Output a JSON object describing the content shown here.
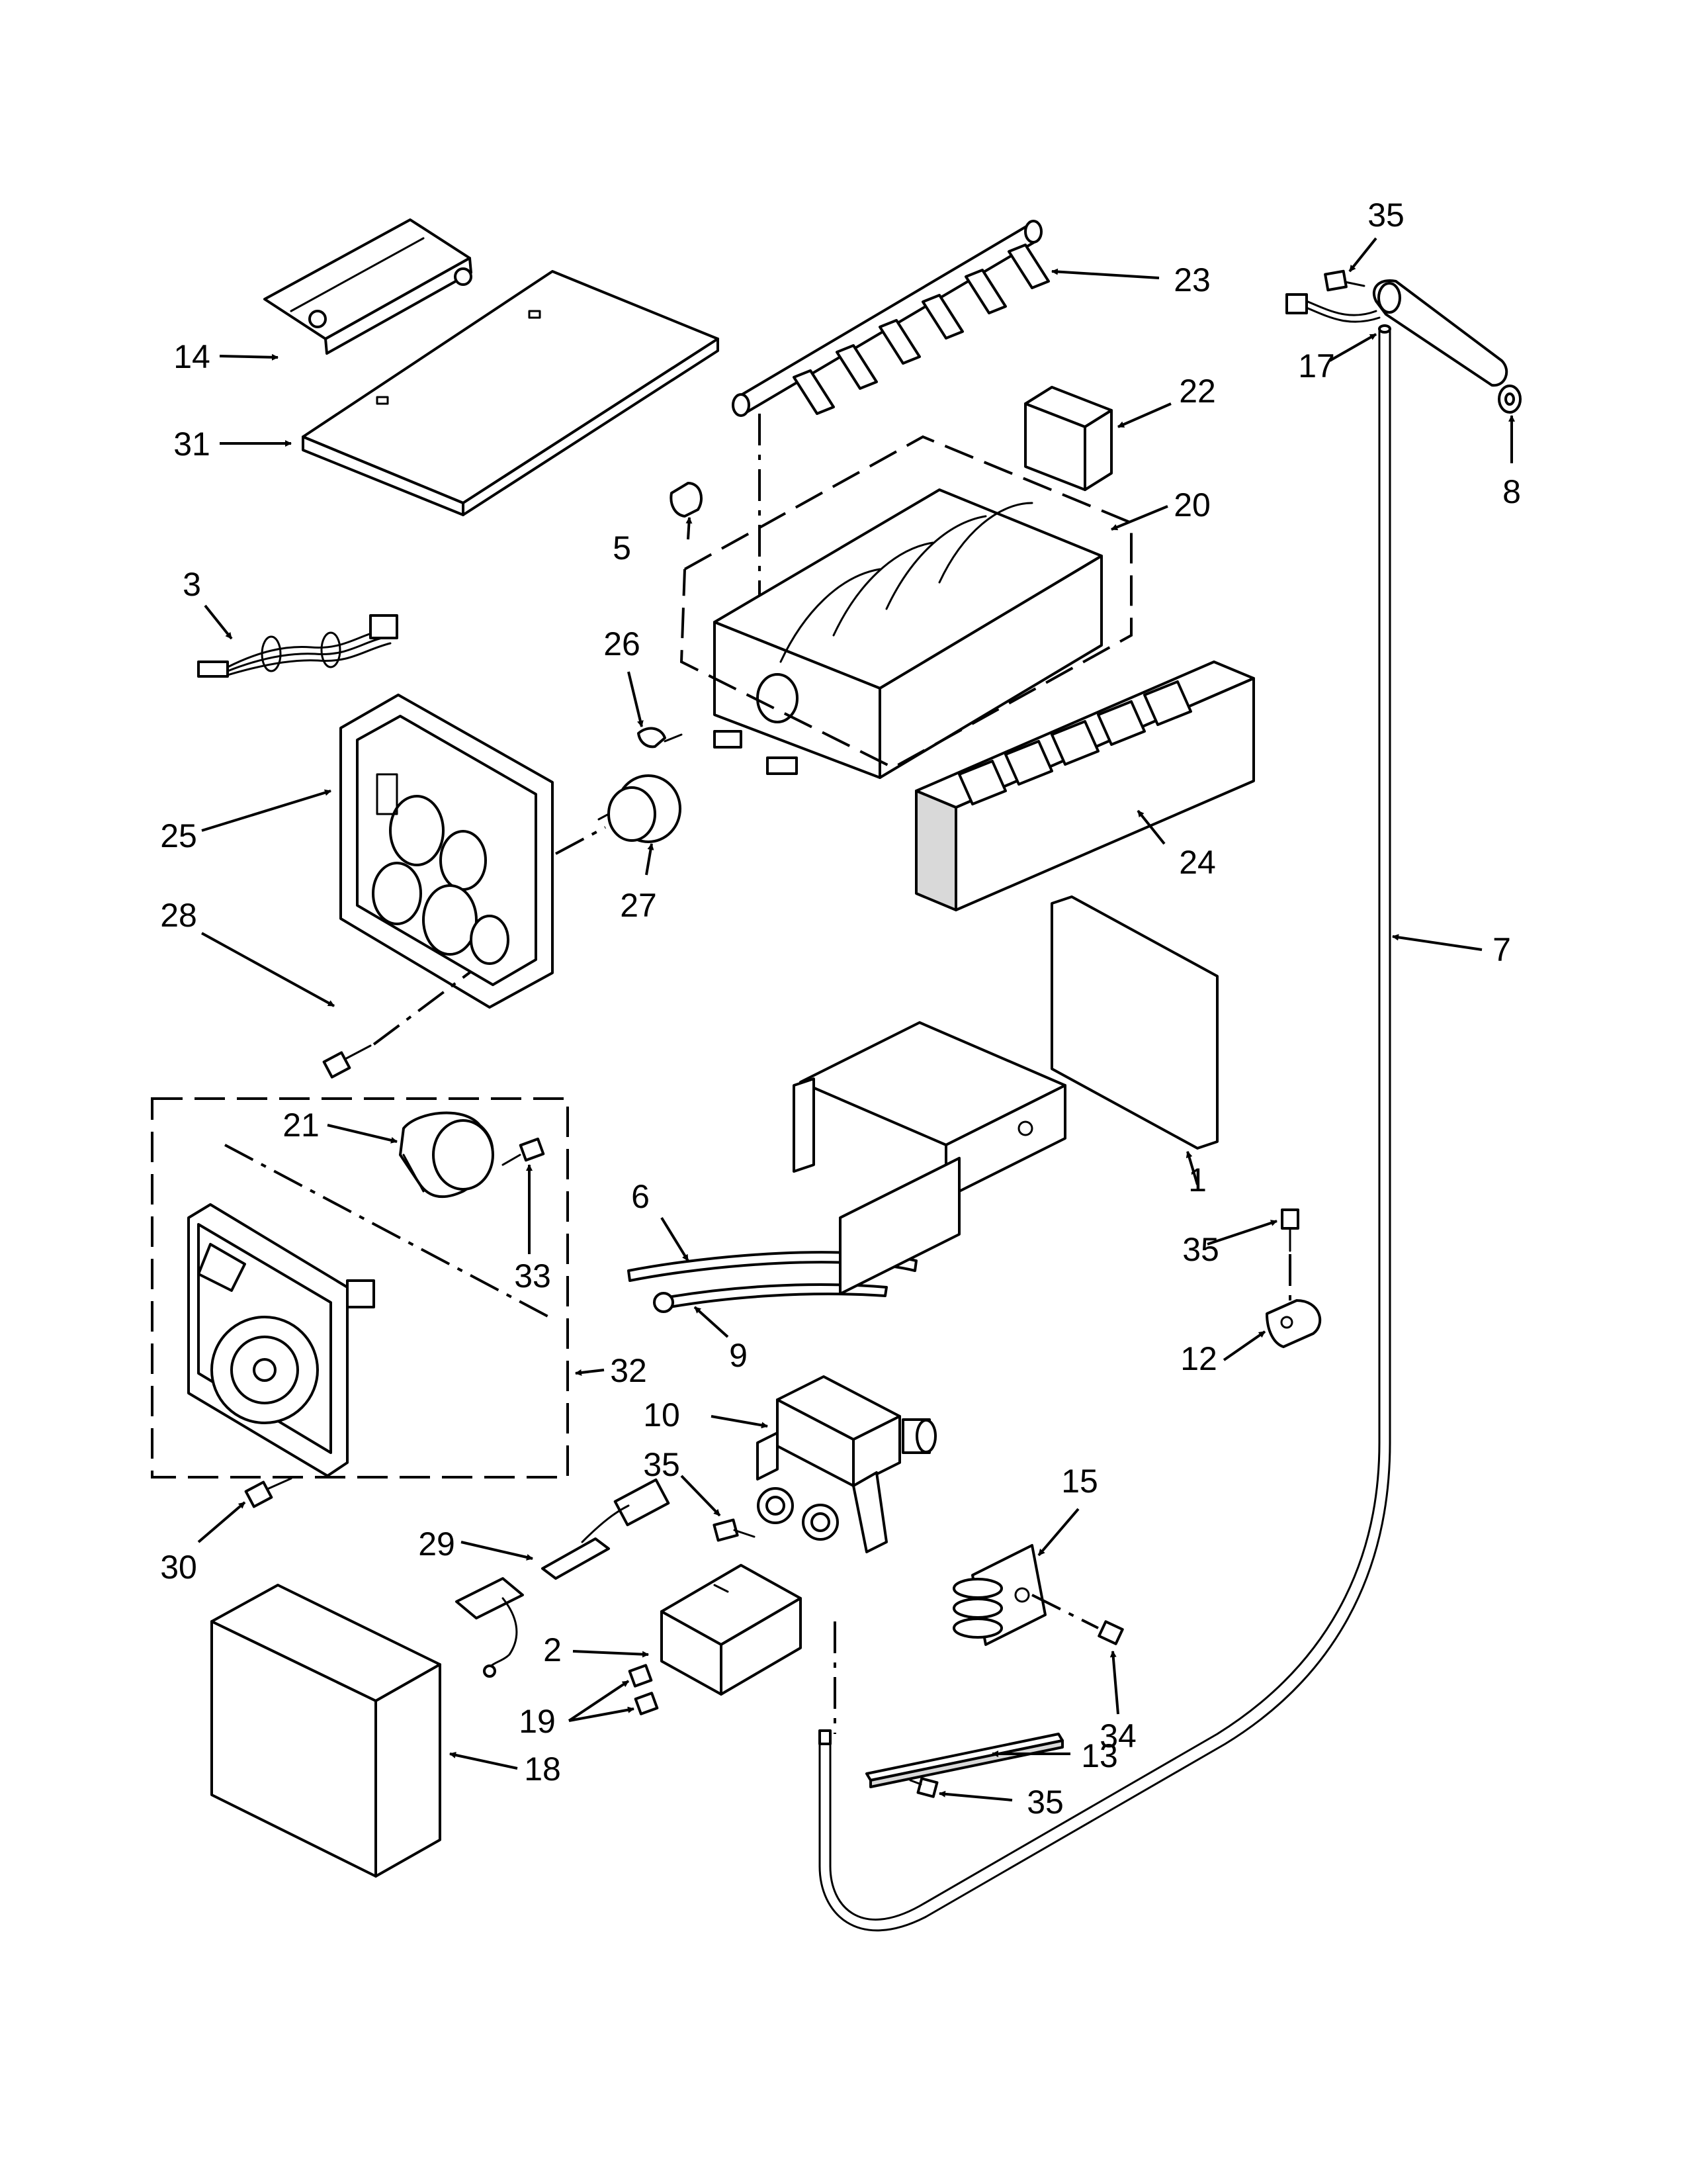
{
  "callouts": [
    {
      "id": "c1",
      "text": "1"
    },
    {
      "id": "c2",
      "text": "2"
    },
    {
      "id": "c3",
      "text": "3"
    },
    {
      "id": "c5",
      "text": "5"
    },
    {
      "id": "c6",
      "text": "6"
    },
    {
      "id": "c7",
      "text": "7"
    },
    {
      "id": "c8",
      "text": "8"
    },
    {
      "id": "c9",
      "text": "9"
    },
    {
      "id": "c10",
      "text": "10"
    },
    {
      "id": "c12",
      "text": "12"
    },
    {
      "id": "c13",
      "text": "13"
    },
    {
      "id": "c14",
      "text": "14"
    },
    {
      "id": "c15",
      "text": "15"
    },
    {
      "id": "c17",
      "text": "17"
    },
    {
      "id": "c18",
      "text": "18"
    },
    {
      "id": "c19",
      "text": "19"
    },
    {
      "id": "c20",
      "text": "20"
    },
    {
      "id": "c21",
      "text": "21"
    },
    {
      "id": "c22",
      "text": "22"
    },
    {
      "id": "c23",
      "text": "23"
    },
    {
      "id": "c24",
      "text": "24"
    },
    {
      "id": "c25",
      "text": "25"
    },
    {
      "id": "c26",
      "text": "26"
    },
    {
      "id": "c27",
      "text": "27"
    },
    {
      "id": "c28",
      "text": "28"
    },
    {
      "id": "c29",
      "text": "29"
    },
    {
      "id": "c30",
      "text": "30"
    },
    {
      "id": "c31",
      "text": "31"
    },
    {
      "id": "c32",
      "text": "32"
    },
    {
      "id": "c33",
      "text": "33"
    },
    {
      "id": "c34",
      "text": "34"
    },
    {
      "id": "c35a",
      "text": "35"
    },
    {
      "id": "c35b",
      "text": "35"
    },
    {
      "id": "c35c",
      "text": "35"
    },
    {
      "id": "c35d",
      "text": "35"
    }
  ]
}
